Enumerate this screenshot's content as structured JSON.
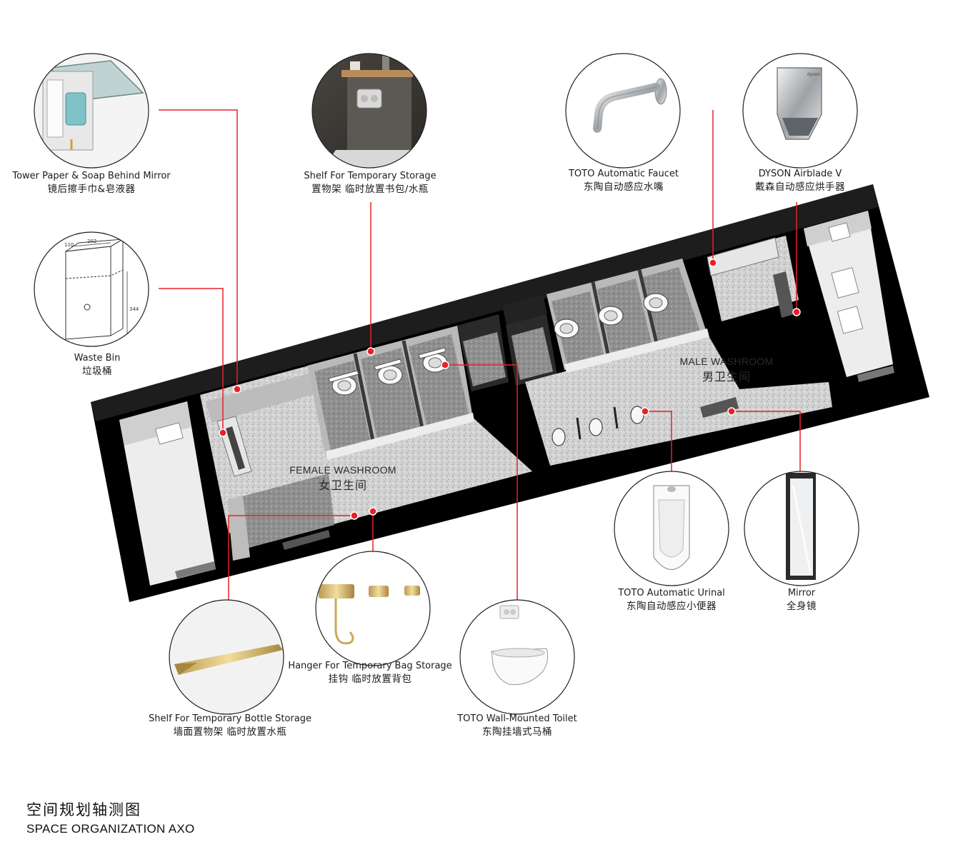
{
  "callouts": {
    "tower_paper": {
      "en": "Tower Paper & Soap Behind Mirror",
      "cn": "镜后擦手巾&皂液器"
    },
    "shelf_temp": {
      "en": "Shelf For Temporary Storage",
      "cn": "置物架  临时放置书包/水瓶"
    },
    "toto_faucet": {
      "en": "TOTO Automatic Faucet",
      "cn": "东陶自动感应水嘴"
    },
    "dyson": {
      "en": "DYSON Airblade V",
      "cn": "戴森自动感应烘手器"
    },
    "waste_bin": {
      "en": "Waste Bin",
      "cn": "垃圾桶"
    },
    "toto_urinal": {
      "en": "TOTO Automatic Urinal",
      "cn": "东陶自动感应小便器"
    },
    "mirror": {
      "en": "Mirror",
      "cn": "全身镜"
    },
    "hanger": {
      "en": "Hanger For Temporary Bag Storage",
      "cn": "挂钩  临时放置背包"
    },
    "shelf_bottle": {
      "en": "Shelf For Temporary Bottle Storage",
      "cn": "墙面置物架  临时放置水瓶"
    },
    "toto_toilet": {
      "en": "TOTO Wall-Mounted Toilet",
      "cn": "东陶挂墙式马桶"
    }
  },
  "rooms": {
    "female": {
      "en": "FEMALE WASHROOM",
      "cn": "女卫生间"
    },
    "male": {
      "en": "MALE WASHROOM",
      "cn": "男卫生间"
    }
  },
  "footer": {
    "cn": "空间规划轴测图",
    "en": "SPACE ORGANIZATION AXO"
  },
  "dimensions": {
    "w1": "110",
    "w2": "202",
    "h": "344"
  },
  "brand": {
    "dyson": "dyson"
  },
  "colors": {
    "leader": "#e8202a",
    "wall": "#000000",
    "floor": "#cfcfcf",
    "circle_stroke": "#1f1f1f"
  }
}
